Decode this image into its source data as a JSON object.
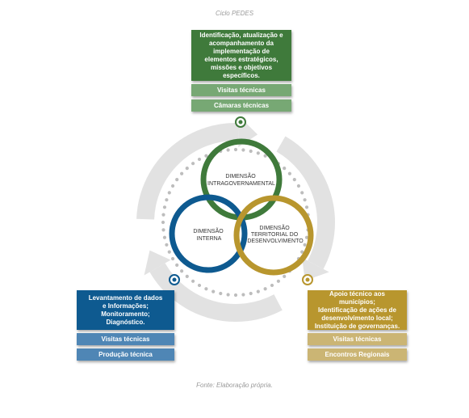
{
  "title": "Ciclo PEDES",
  "source": "Fonte: Elaboração própria.",
  "colors": {
    "green": "#3f7a3b",
    "blue": "#0e5a90",
    "gold": "#b8962e",
    "cycle_gray": "#e2e2e2",
    "dots_gray": "#bdbdbd"
  },
  "dimensions": {
    "intra": [
      "DIMENSÃO",
      "INTRAGOVERNAMENTAL"
    ],
    "interna": [
      "DIMENSÃO",
      "INTERNA"
    ],
    "territorial": [
      "DIMENSÃO",
      "TERRITORIAL DO",
      "DESENVOLVIMENTO"
    ]
  },
  "green": {
    "main": [
      "Identificação, atualização e",
      "acompanhamento da",
      "implementação de",
      "elementos estratégicos,",
      "missões e objetivos",
      "específicos."
    ],
    "subs": [
      "Visitas técnicas",
      "Câmaras técnicas"
    ]
  },
  "blue": {
    "main": [
      "Levantamento de dados",
      "e Informações;",
      "Monitoramento;",
      "Diagnóstico."
    ],
    "subs": [
      "Visitas técnicas",
      "Produção técnica"
    ]
  },
  "gold": {
    "main": [
      "Apoio técnico aos municípios;",
      "Identificação de ações de",
      "desenvolvimento local;",
      "Instituição de governanças."
    ],
    "subs": [
      "Visitas técnicas",
      "Encontros Regionais"
    ]
  }
}
